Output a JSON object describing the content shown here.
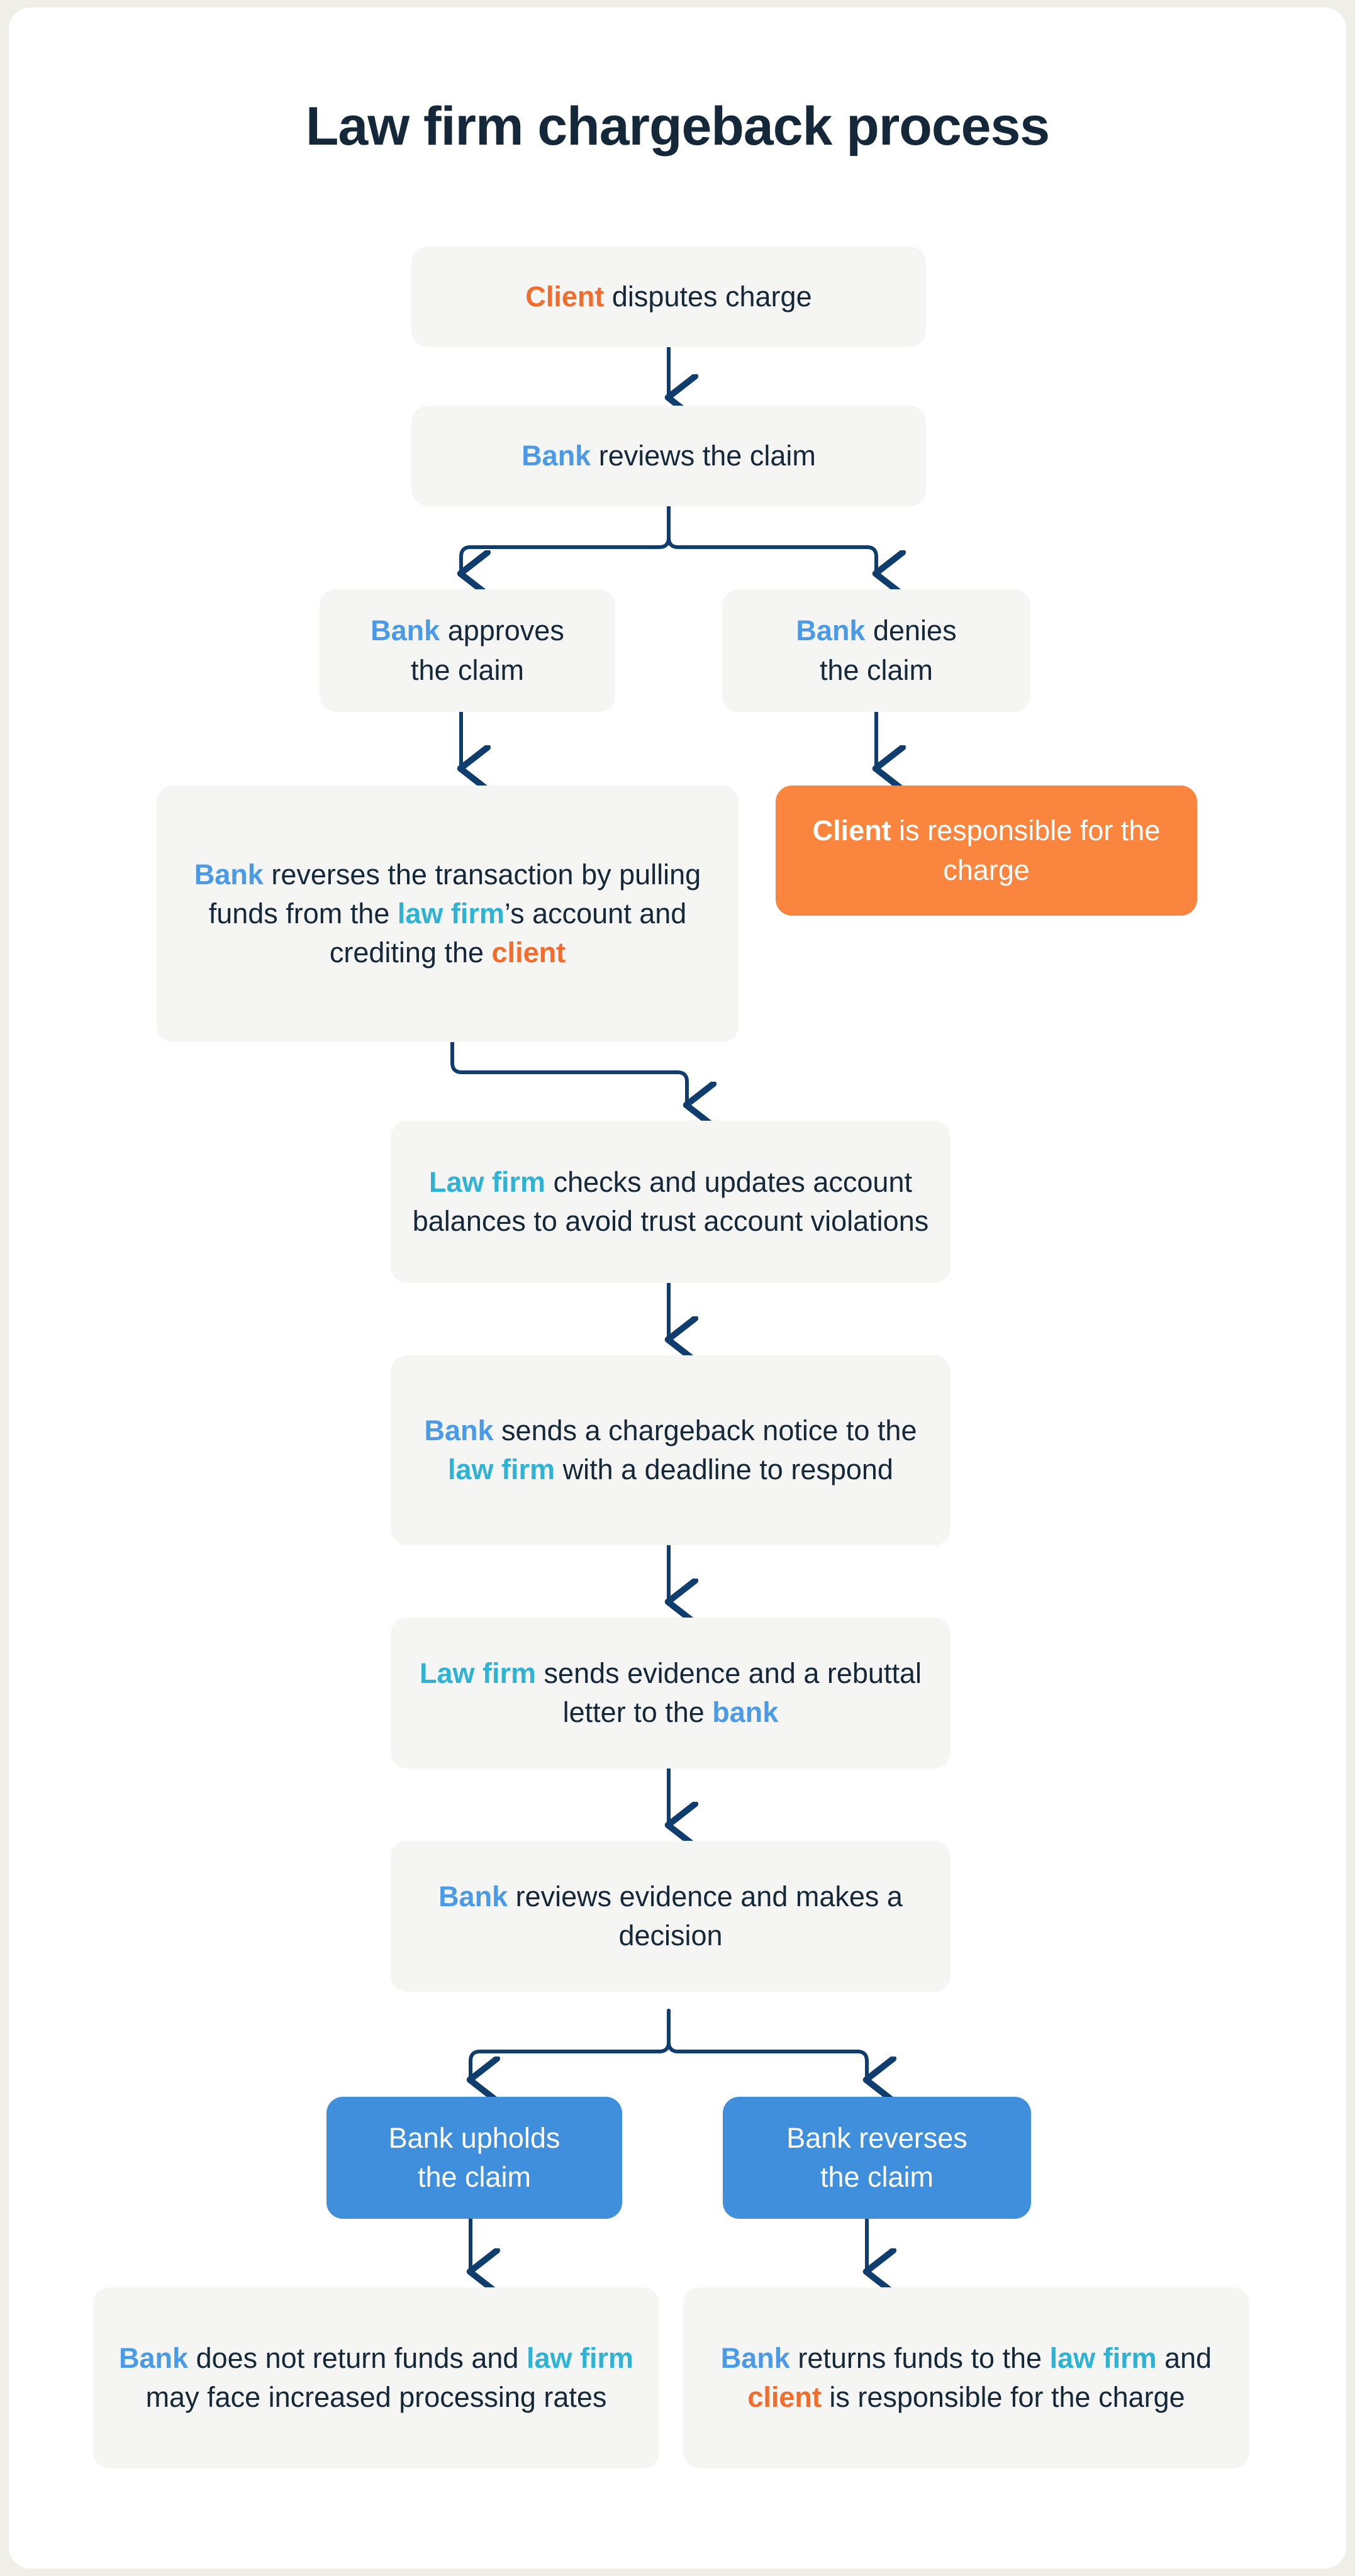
{
  "page": {
    "title": "Law firm chargeback process",
    "background": "#efeee7",
    "card_background": "#ffffff"
  },
  "colors": {
    "text": "#14283a",
    "client": "#f26c2b",
    "bank": "#4a9ae8",
    "law_firm": "#2eb3d4",
    "node_fill": "#f5f5f3",
    "orange_fill": "#f9853f",
    "blue_fill": "#3f8fdd",
    "connector": "#0f3d6e"
  },
  "chart_data": {
    "type": "flowchart",
    "title": "Law firm chargeback process",
    "nodes": [
      {
        "id": "n1",
        "text": "Client disputes charge",
        "style": "default"
      },
      {
        "id": "n2",
        "text": "Bank reviews the claim",
        "style": "default"
      },
      {
        "id": "n3",
        "text": "Bank approves the claim",
        "style": "default"
      },
      {
        "id": "n4",
        "text": "Bank denies the claim",
        "style": "default"
      },
      {
        "id": "n5",
        "text": "Bank reverses the transaction by pulling funds from the law firm’s account and crediting the client",
        "style": "default"
      },
      {
        "id": "n6",
        "text": "Client is responsible for the charge",
        "style": "orange"
      },
      {
        "id": "n7",
        "text": "Law firm checks and updates account balances to avoid trust account violations",
        "style": "default"
      },
      {
        "id": "n8",
        "text": "Bank sends a chargeback notice to the law firm with a deadline to respond",
        "style": "default"
      },
      {
        "id": "n9",
        "text": "Law firm sends evidence and a rebuttal letter to the bank",
        "style": "default"
      },
      {
        "id": "n10",
        "text": "Bank reviews evidence and makes a decision",
        "style": "default"
      },
      {
        "id": "n11",
        "text": "Bank upholds the claim",
        "style": "blue"
      },
      {
        "id": "n12",
        "text": "Bank reverses the claim",
        "style": "blue"
      },
      {
        "id": "n13",
        "text": "Bank does not return funds and law firm may face increased processing rates",
        "style": "default"
      },
      {
        "id": "n14",
        "text": "Bank returns funds to the law firm and client is responsible for the charge",
        "style": "default"
      }
    ],
    "edges": [
      {
        "from": "n1",
        "to": "n2",
        "kind": "straight"
      },
      {
        "from": "n2",
        "to": "n3",
        "kind": "branch-left"
      },
      {
        "from": "n2",
        "to": "n4",
        "kind": "branch-right"
      },
      {
        "from": "n3",
        "to": "n5",
        "kind": "straight"
      },
      {
        "from": "n4",
        "to": "n6",
        "kind": "straight"
      },
      {
        "from": "n5",
        "to": "n7",
        "kind": "elbow-right"
      },
      {
        "from": "n7",
        "to": "n8",
        "kind": "straight"
      },
      {
        "from": "n8",
        "to": "n9",
        "kind": "straight"
      },
      {
        "from": "n9",
        "to": "n10",
        "kind": "straight"
      },
      {
        "from": "n10",
        "to": "n11",
        "kind": "branch-left"
      },
      {
        "from": "n10",
        "to": "n12",
        "kind": "branch-right"
      },
      {
        "from": "n11",
        "to": "n13",
        "kind": "straight"
      },
      {
        "from": "n12",
        "to": "n14",
        "kind": "straight"
      }
    ]
  },
  "nodes": {
    "n1": {
      "p1": "Client",
      "p2": " disputes charge"
    },
    "n2": {
      "p1": "Bank",
      "p2": " reviews the claim"
    },
    "n3": {
      "p1": "Bank",
      "p2": " approves",
      "p3": "the claim"
    },
    "n4": {
      "p1": "Bank",
      "p2": " denies",
      "p3": "the claim"
    },
    "n5": {
      "p1": "Bank",
      "p2": " reverses the transaction by pulling funds from the ",
      "p3": "law firm",
      "p4": "’s account and crediting the ",
      "p5": "client"
    },
    "n6": {
      "p1": "Client",
      "p2": " is responsible for the charge"
    },
    "n7": {
      "p1": "Law firm",
      "p2": " checks and updates account balances to avoid trust account violations"
    },
    "n8": {
      "p1": "Bank",
      "p2": " sends a chargeback notice to the ",
      "p3": "law firm",
      "p4": " with a deadline to respond"
    },
    "n9": {
      "p1": "Law firm",
      "p2": " sends evidence and a rebuttal letter to the ",
      "p3": "bank"
    },
    "n10": {
      "p1": "Bank",
      "p2": " reviews evidence and makes a decision"
    },
    "n11": {
      "p1": "Bank upholds",
      "p2": "the claim"
    },
    "n12": {
      "p1": "Bank reverses",
      "p2": "the claim"
    },
    "n13": {
      "p1": "Bank",
      "p2": " does not return funds and ",
      "p3": "law firm",
      "p4": " may face increased processing rates"
    },
    "n14": {
      "p1": "Bank",
      "p2": " returns funds to the ",
      "p3": "law firm",
      "p4": " and ",
      "p5": "client",
      "p6": " is responsible for the charge"
    }
  }
}
